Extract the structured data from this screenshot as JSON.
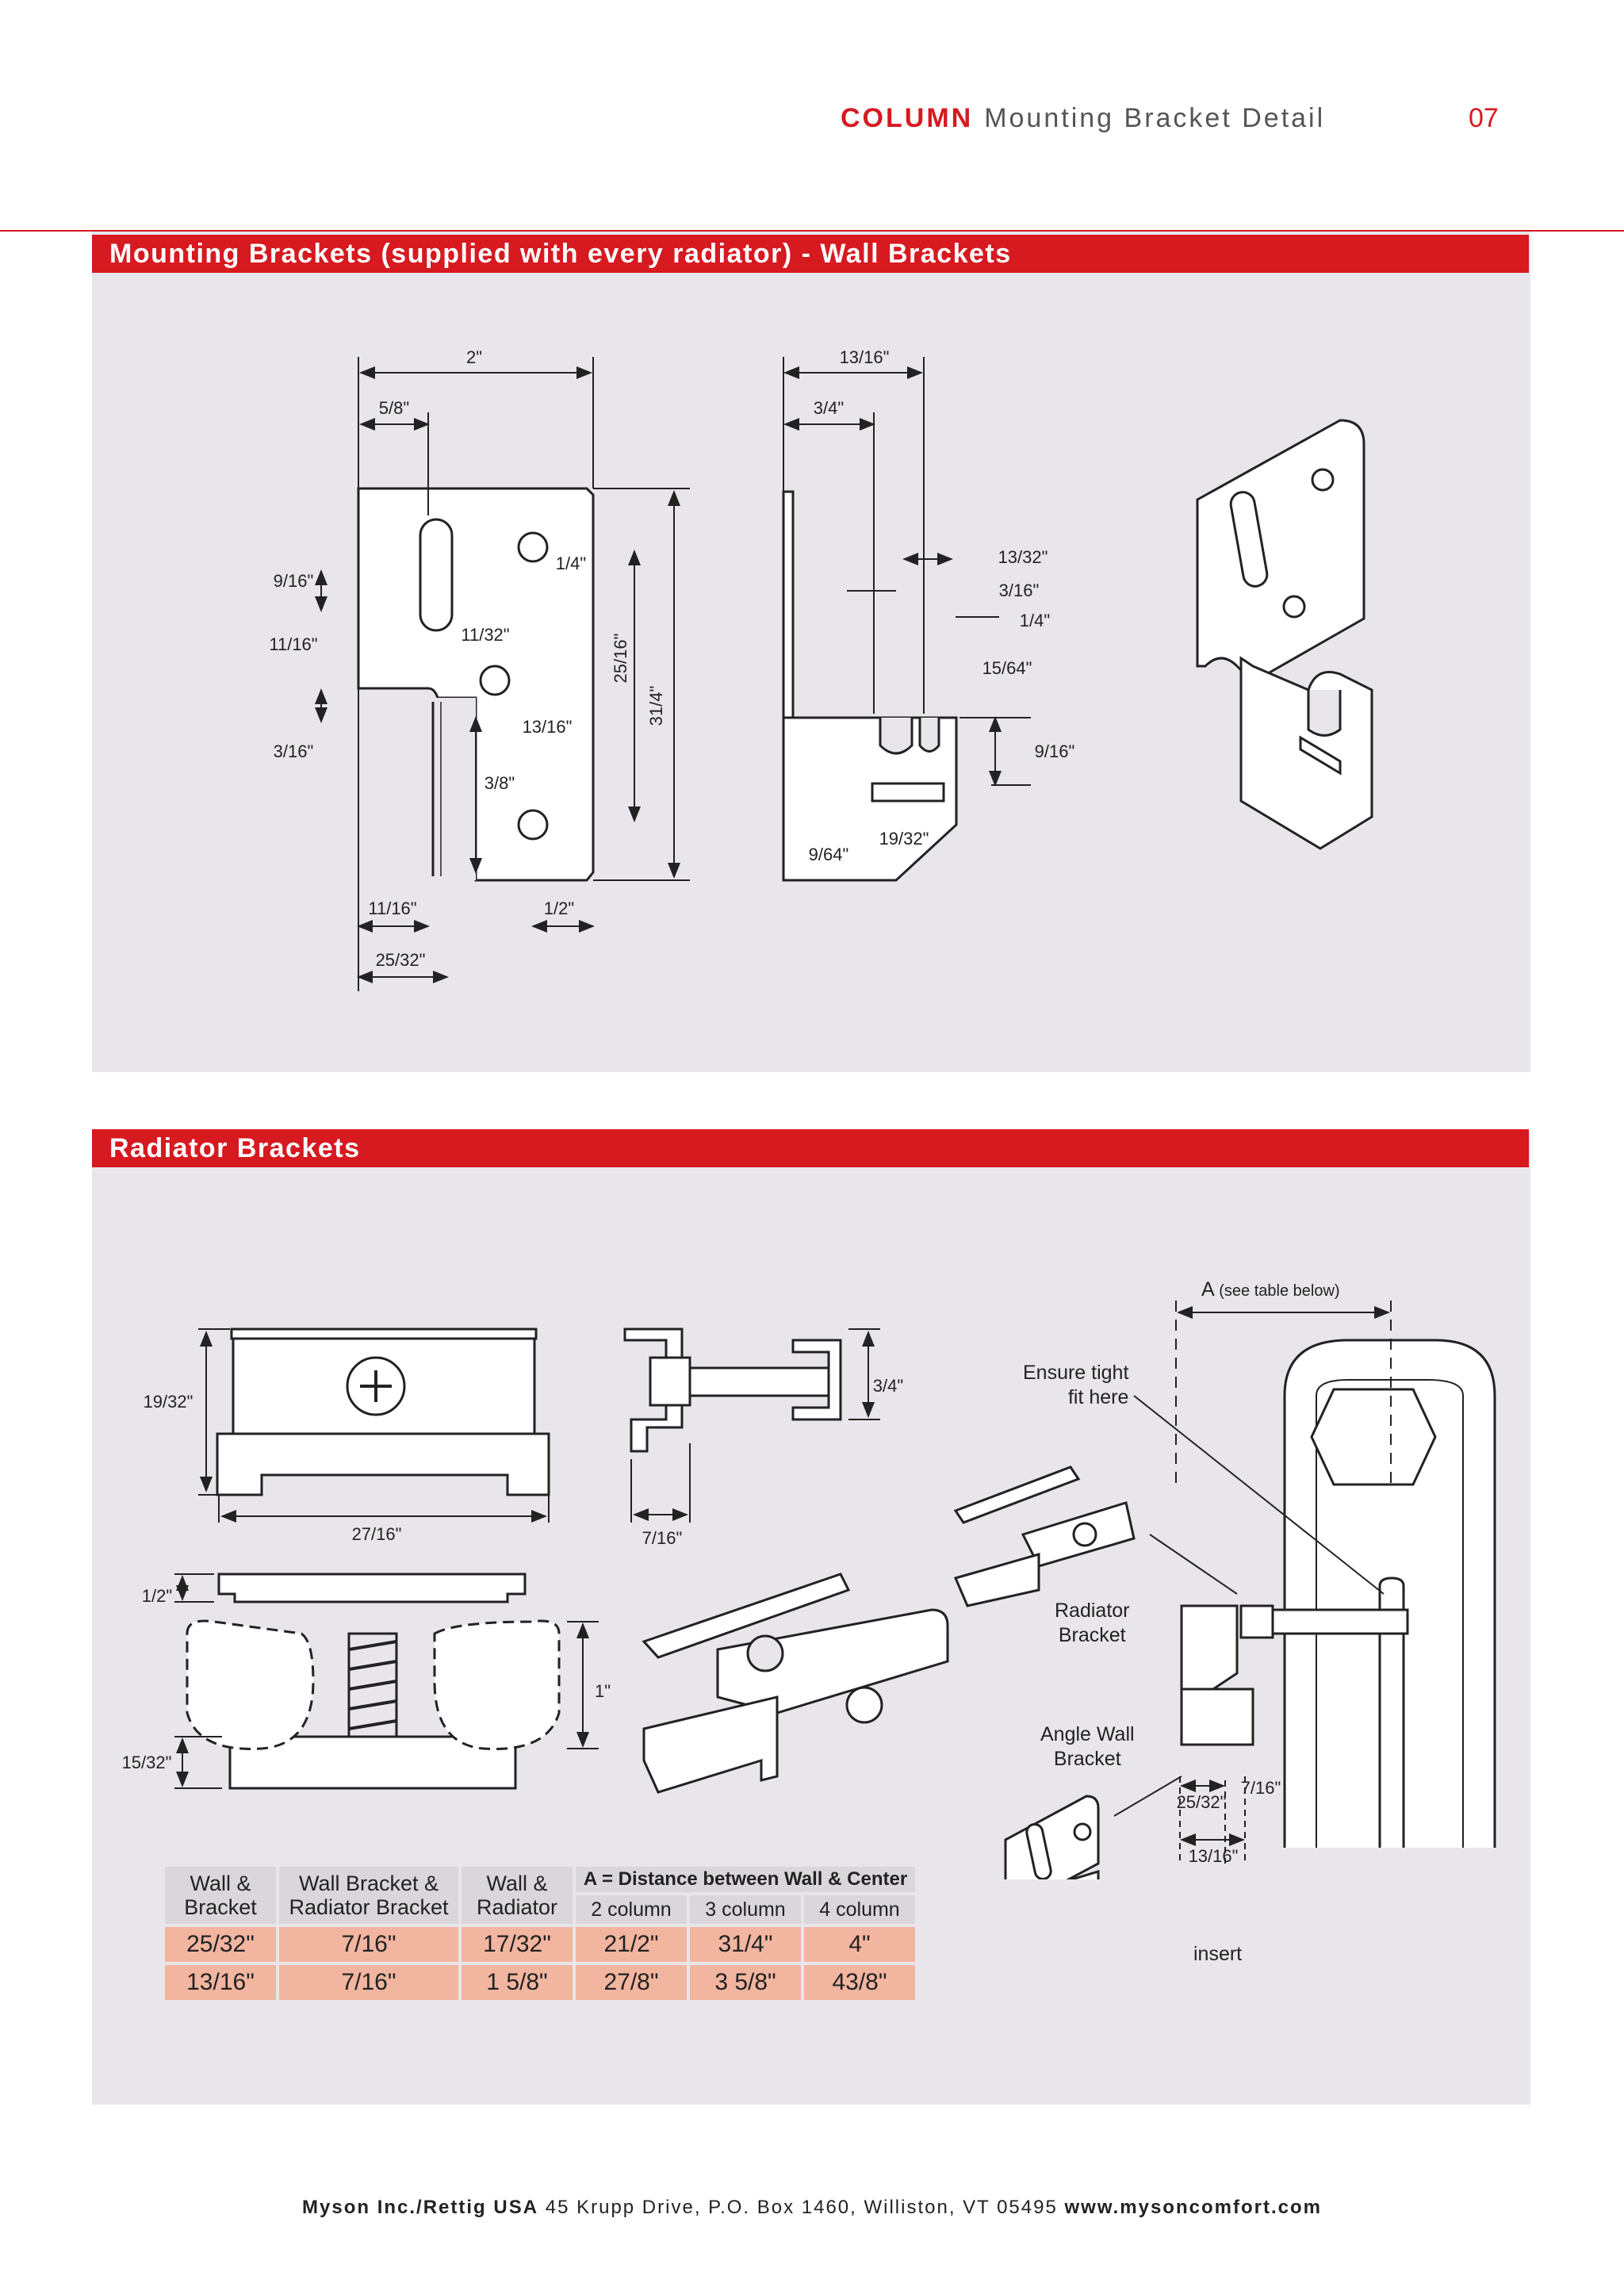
{
  "header": {
    "section": "COLUMN",
    "title": "Mounting Bracket Detail",
    "page_number": "07"
  },
  "section1": {
    "title": "Mounting Brackets (supplied with every radiator) - Wall Brackets",
    "dims_front": [
      "2\"",
      "5/8\"",
      "1/4\"",
      "9/16\"",
      "11/32\"",
      "11/16\"",
      "25/16\"",
      "31/4\"",
      "13/16\"",
      "3/16\"",
      "3/8\"",
      "11/16\"",
      "1/2\"",
      "25/32\""
    ],
    "dims_side": [
      "13/16\"",
      "3/4\"",
      "13/32\"",
      "3/16\"",
      "1/4\"",
      "15/64\"",
      "9/16\"",
      "19/32\"",
      "9/64\""
    ]
  },
  "section2": {
    "title": "Radiator Brackets",
    "dims": [
      "19/32\"",
      "27/16\"",
      "3/4\"",
      "7/16\"",
      "1/2\"",
      "1\"",
      "15/32\"",
      "25/32\"",
      "7/16\"",
      "13/16\""
    ],
    "labels": {
      "a_see_table": "A",
      "a_see_table_note": "(see table below)",
      "ensure_tight": "Ensure tight\nfit here",
      "radiator_bracket": "Radiator\nBracket",
      "angle_wall_bracket": "Angle Wall\nBracket",
      "insert": "insert"
    },
    "table": {
      "col_headers": [
        "Wall &\nBracket",
        "Wall Bracket &\nRadiator Bracket",
        "Wall &\nRadiator"
      ],
      "a_header": "A = Distance between Wall & Center",
      "a_subheaders": [
        "2 column",
        "3 column",
        "4 column"
      ],
      "rows": [
        [
          "25/32\"",
          "7/16\"",
          "17/32\"",
          "21/2\"",
          "31/4\"",
          "4\""
        ],
        [
          "13/16\"",
          "7/16\"",
          "1 5/8\"",
          "27/8\"",
          "3 5/8\"",
          "43/8\""
        ]
      ]
    }
  },
  "footer": {
    "company": "Myson Inc./Rettig USA",
    "address": "45 Krupp Drive, P.O. Box 1460,  Williston,  VT 05495",
    "website": "www.mysoncomfort.com"
  },
  "colors": {
    "accent": "#d71920",
    "panel": "#e8e6ea",
    "table_cell": "#f2b5a0",
    "table_header": "#d9d7da"
  }
}
